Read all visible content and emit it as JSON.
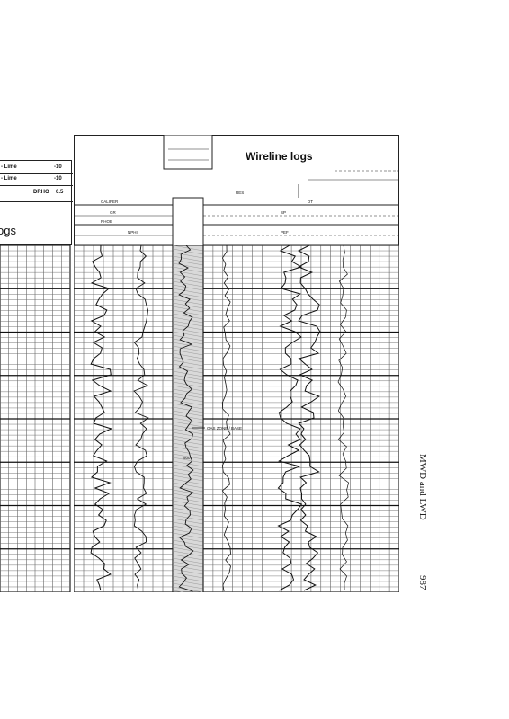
{
  "left_panel": {
    "scale_rows": [
      {
        "label": "-  Lime",
        "value": "-10"
      },
      {
        "label": "-  Lime",
        "value": "-10"
      },
      {
        "label": "DRHO",
        "value": "0.5"
      }
    ],
    "title_fragment": "ogs"
  },
  "right_panel": {
    "title": "Wireline logs",
    "curve_labels": [
      "CALIPER",
      "GR",
      "RHOB",
      "NPHI",
      "RES",
      "DT",
      "SP",
      "PEF"
    ],
    "annotation": "GAS ZONE / BASE",
    "depth_mark": "500"
  },
  "page_caption": {
    "running_head": "MWD and LWD",
    "page_number": "987"
  }
}
